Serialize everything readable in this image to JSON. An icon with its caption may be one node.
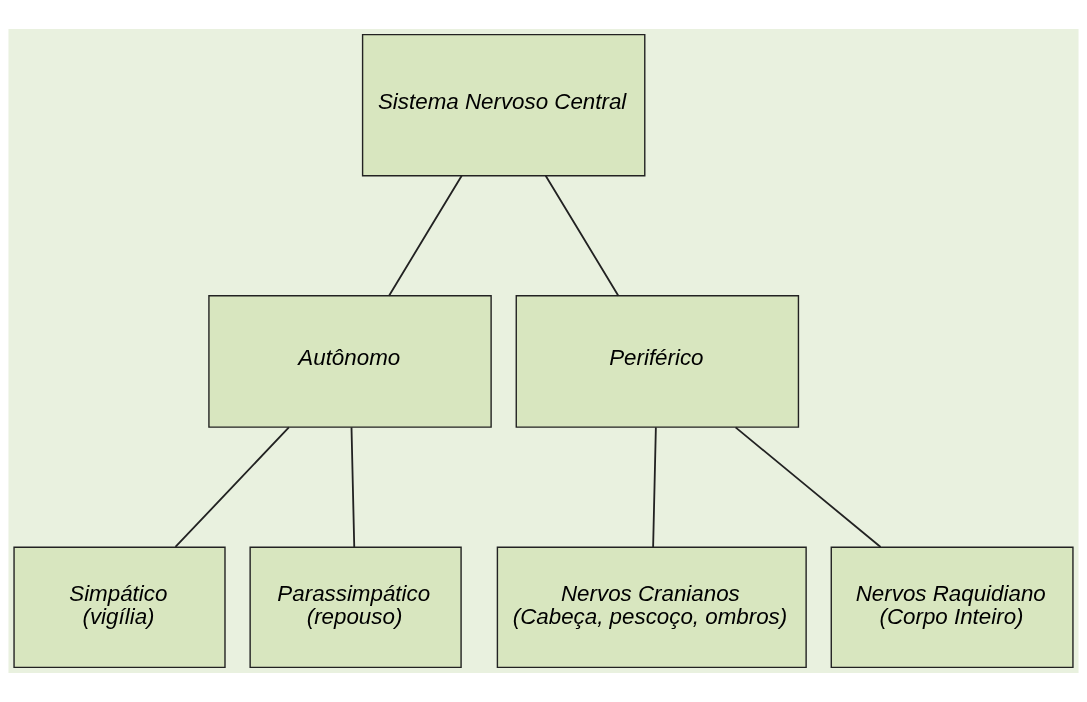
{
  "diagram": {
    "nodes": [
      {
        "text": [
          "Sistema Nervoso Central"
        ]
      },
      {
        "text": [
          "Autônomo"
        ]
      },
      {
        "text": [
          "Periférico"
        ]
      },
      {
        "text": [
          "Simpático",
          "(vigília)"
        ]
      },
      {
        "text": [
          "Parassimpático",
          "(repouso)"
        ]
      },
      {
        "text": [
          "Nervos Cranianos",
          "(Cabeça, pescoço, ombros)"
        ]
      },
      {
        "text": [
          "Nervos Raquidiano",
          "(Corpo Inteiro)"
        ]
      }
    ],
    "edges": [
      {
        "from": 0,
        "to": 1,
        "arrow": "none"
      },
      {
        "from": 0,
        "to": 2,
        "arrow": "none"
      },
      {
        "from": 1,
        "to": 3,
        "arrow": "none"
      },
      {
        "from": 1,
        "to": 4,
        "arrow": "none"
      },
      {
        "from": 2,
        "to": 5,
        "arrow": "none"
      },
      {
        "from": 2,
        "to": 6,
        "arrow": "none"
      }
    ]
  }
}
